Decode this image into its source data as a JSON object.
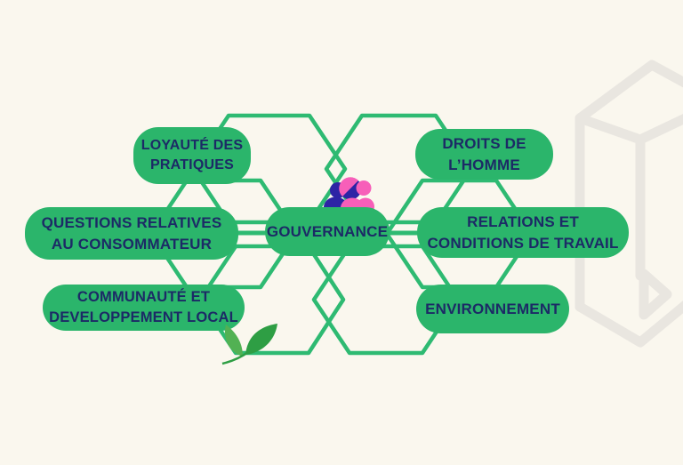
{
  "diagram": {
    "center": {
      "label": "GOUVERNANCE"
    },
    "nodes": {
      "loyaute": {
        "lines": [
          "LOYAUTÉ DES",
          "PRATIQUES"
        ]
      },
      "droits": {
        "lines": [
          "DROITS DE",
          "L’HOMME"
        ]
      },
      "questions": {
        "lines": [
          "QUESTIONS RELATIVES",
          "AU CONSOMMATEUR"
        ]
      },
      "relations": {
        "lines": [
          "RELATIONS ET",
          "CONDITIONS DE TRAVAIL"
        ]
      },
      "communaute": {
        "lines": [
          "COMMUNAUTÉ ET",
          "DEVELOPPEMENT LOCAL"
        ]
      },
      "environnement": {
        "lines": [
          "ENVIRONNEMENT"
        ]
      }
    },
    "icons": {
      "center_icon": "people-group-icon",
      "bottom_left_icon": "leaf-icon",
      "background_icon": "cube-watermark-icon"
    },
    "colors": {
      "background": "#faf7ee",
      "node_green": "#2bb56b",
      "line_green": "#2eba72",
      "text_navy": "#1c2a66",
      "icon_blue": "#2d24a5",
      "icon_pink": "#f75fb9",
      "leaf_light": "#52b153",
      "leaf_dark": "#2e9e44",
      "watermark_gray": "#e9e6e0"
    }
  }
}
